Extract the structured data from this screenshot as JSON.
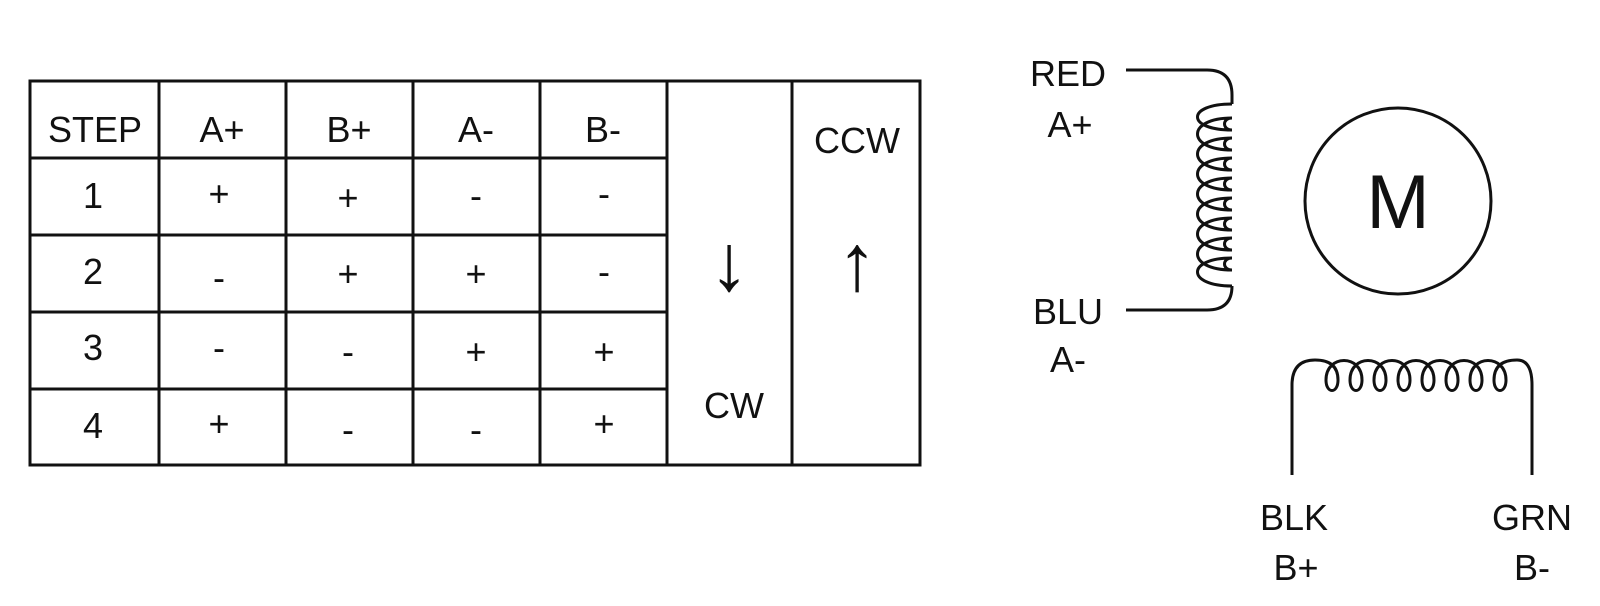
{
  "table": {
    "headers": [
      "STEP",
      "A+",
      "B+",
      "A-",
      "B-"
    ],
    "rows": [
      [
        "1",
        "+",
        "+",
        "-",
        "-"
      ],
      [
        "2",
        "-",
        "+",
        "+",
        "-"
      ],
      [
        "3",
        "-",
        "-",
        "+",
        "+"
      ],
      [
        "4",
        "+",
        "-",
        "-",
        "+"
      ]
    ],
    "cw_label": "CW",
    "ccw_label": "CCW",
    "cw_arrow": "↓",
    "ccw_arrow": "↑"
  },
  "motor": {
    "label": "M",
    "coil_a": {
      "top_wire": "RED",
      "top_phase": "A+",
      "bottom_wire": "BLU",
      "bottom_phase": "A-"
    },
    "coil_b": {
      "left_wire": "BLK",
      "left_phase": "B+",
      "right_wire": "GRN",
      "right_phase": "B-"
    }
  },
  "colors": {
    "line": "#111111",
    "background": "#ffffff"
  }
}
